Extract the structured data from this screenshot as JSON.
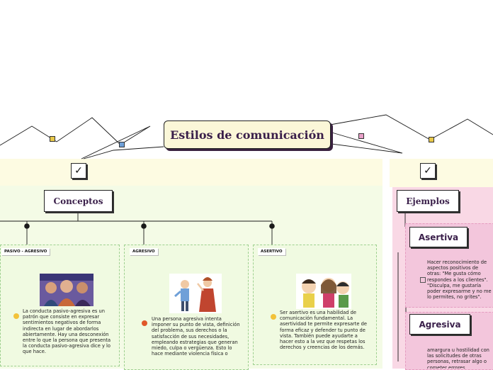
{
  "title": "Estilos de comunicación",
  "icons": {
    "checkbox": "check-icon",
    "connector": "small-square-icon",
    "conceptos_faces": [
      "smile-face-icon",
      "angry-face-icon",
      "calm-face-icon"
    ],
    "ejemplo_marker": "small-square-icon"
  },
  "colors": {
    "title_fill": "#fbf7d8",
    "title_text": "#3a1f4a",
    "left_area": "#f4fbe6",
    "right_area": "#f9d8e5",
    "band": "#fdfbe2"
  },
  "left": {
    "topic": "Conceptos",
    "items": [
      {
        "tag": "PASIVO - AGRESIVO",
        "text": "La conducta pasivo-agresiva es un patrón que consiste en expresar sentimientos negativos de forma indirecta en lugar de abordarlos abiertamente. Hay una desconexión entre lo que la persona que presenta la conducta pasivo-agresiva dice y lo que hace."
      },
      {
        "tag": "AGRESIVO",
        "text": "Una persona agresiva intenta imponer su punto de vista, definición del problema, sus derechos o la satisfacción de sus necesidades, empleando estrategias que generan miedo, culpa o vergüenza. Esto lo hace mediante violencia física o"
      },
      {
        "tag": "ASERTIVO",
        "text": "Ser asertivo es una habilidad de comunicación fundamental. La asertividad te permite expresarte de forma eficaz y defender tu punto de vista. También puede ayudarte a hacer esto a la vez que respetas los derechos y creencias de los demás."
      }
    ]
  },
  "right": {
    "topic": "Ejemplos",
    "items": [
      {
        "title": "Asertiva",
        "text": "Hacer reconocimiento de aspectos positivos de otras: \"Me gusta cómo respondes a los clientes\". \"Disculpa, me gustaría poder expresarme y no me lo permites, no grites\"."
      },
      {
        "title": "Agresiva",
        "text": "amargura u hostilidad con las solicitudes de otras personas, retrasar algo o cometer errores"
      }
    ]
  }
}
